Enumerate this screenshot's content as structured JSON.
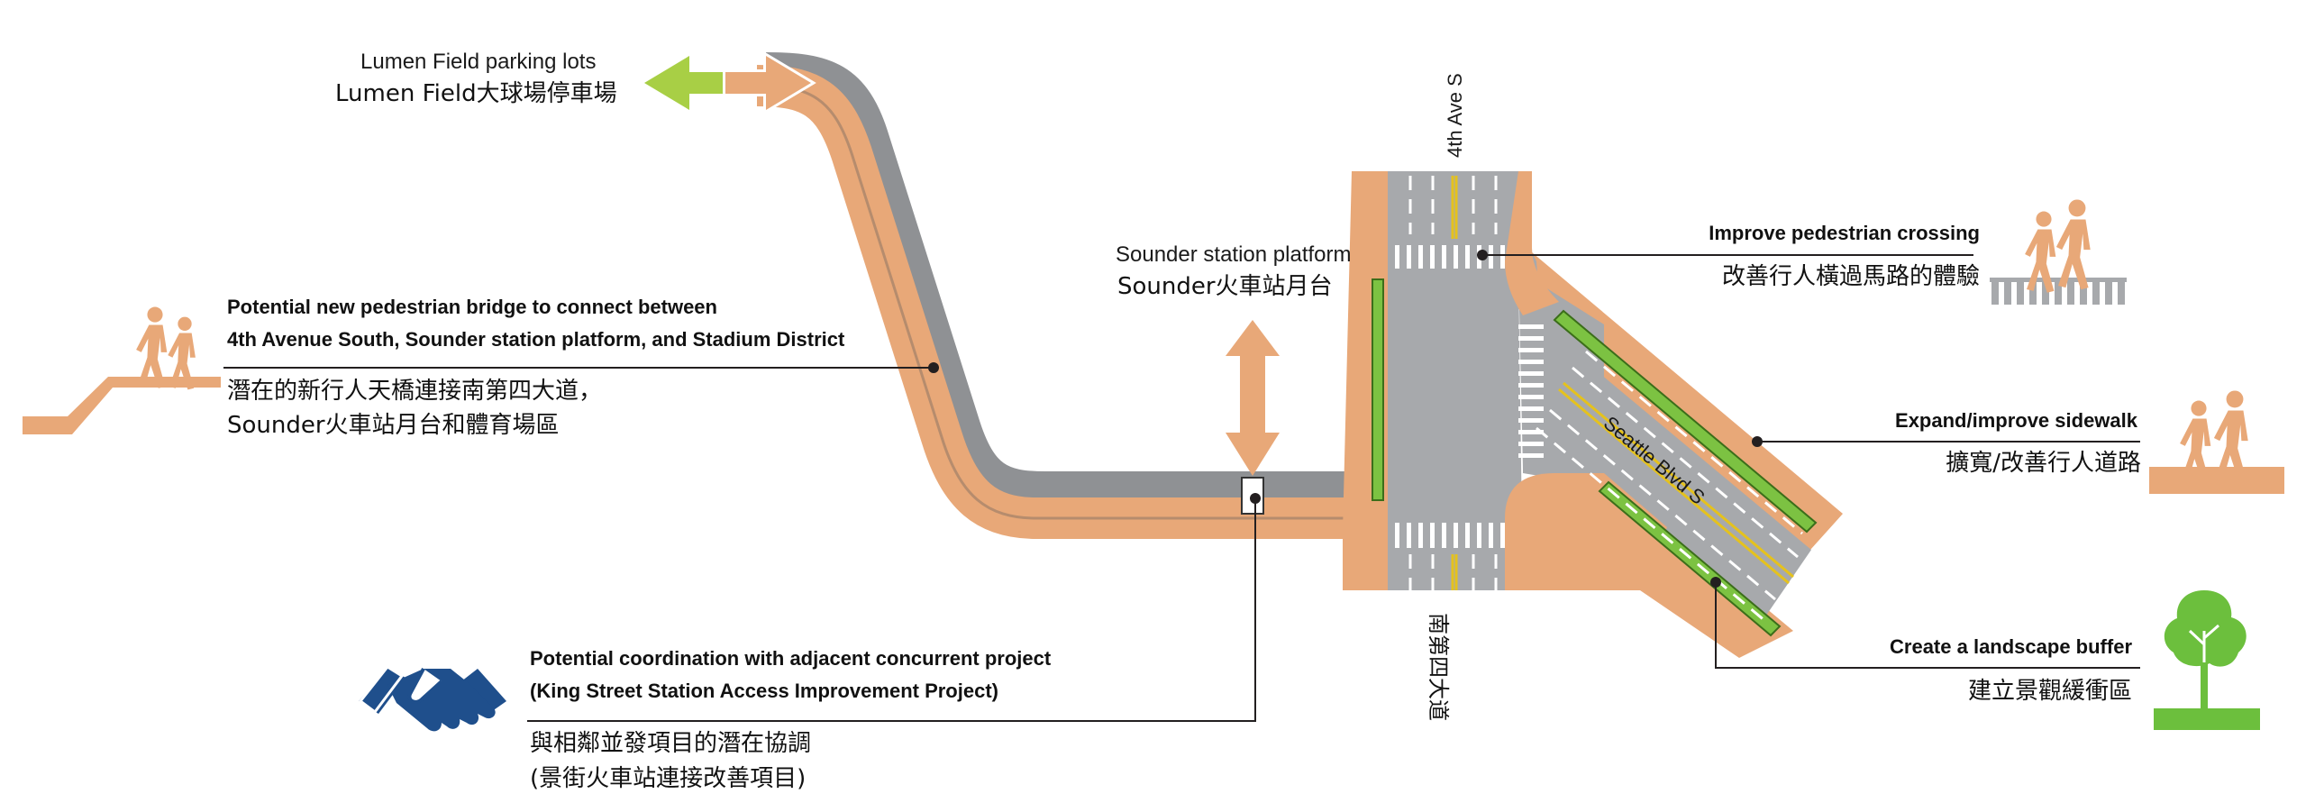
{
  "colors": {
    "tan": "#E8A878",
    "road": "#A7A9AC",
    "bridge_gray": "#8F9194",
    "lime": "#7CC242",
    "yellow": "#E5C21D",
    "navy": "#1F4F8C",
    "tree_green": "#6CBF3D",
    "line": "#231F20"
  },
  "labels": {
    "lumen_en": "Lumen Field parking lots",
    "lumen_zh": "Lumen Field大球場停車場",
    "bridge_en_1": "Potential new pedestrian bridge to connect between",
    "bridge_en_2": "4th Avenue South, Sounder station platform, and Stadium District",
    "bridge_zh_1": "潛在的新行人天橋連接南第四大道，",
    "bridge_zh_2": "Sounder火車站月台和體育場區",
    "sounder_en": "Sounder station platform",
    "sounder_zh": "Sounder火車站月台",
    "street_4th_en": "4th Ave S",
    "street_4th_zh": "南第四大道",
    "seattle_blvd": "Seattle Blvd S",
    "crossing_en": "Improve pedestrian crossing",
    "crossing_zh": "改善行人橫過馬路的體驗",
    "sidewalk_en": "Expand/improve sidewalk",
    "sidewalk_zh": "擴寬/改善行人道路",
    "buffer_en": "Create a landscape buffer",
    "buffer_zh": "建立景觀緩衝區",
    "coord_en_1": "Potential coordination with adjacent concurrent project",
    "coord_en_2": "(King Street Station Access Improvement Project)",
    "coord_zh_1": "與相鄰並發項目的潛在協調",
    "coord_zh_2": "(景街火車站連接改善項目)"
  },
  "icons": {
    "walkers": "pedestrian-walkers-icon",
    "handshake": "handshake-icon",
    "tree": "tree-icon",
    "arrow": "double-arrow-icon"
  }
}
